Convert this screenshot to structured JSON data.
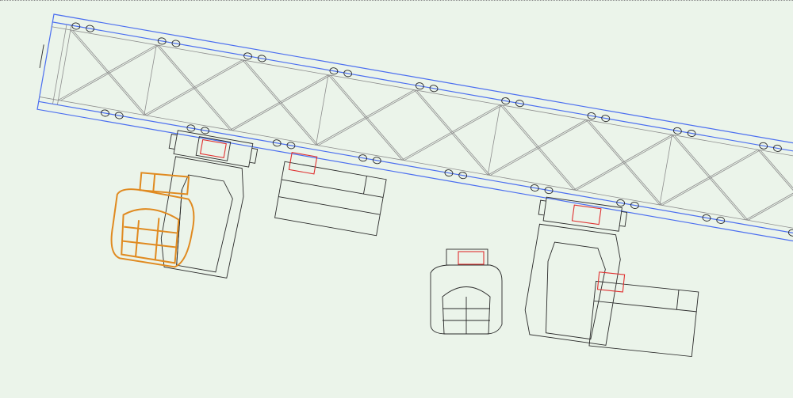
{
  "colors": {
    "background": "#ebf4ea",
    "truss_selection": "#4b6ef0",
    "truss_lines": "#8d8d8d",
    "fixture_lines": "#2a2a2a",
    "fixture_label_box": "#e03030",
    "selected_fixture": "#e08a20"
  },
  "objects": [
    "truss",
    "moving-head-fixture",
    "wash-fixture",
    "moving-head-fixture",
    "selected-fixture"
  ]
}
